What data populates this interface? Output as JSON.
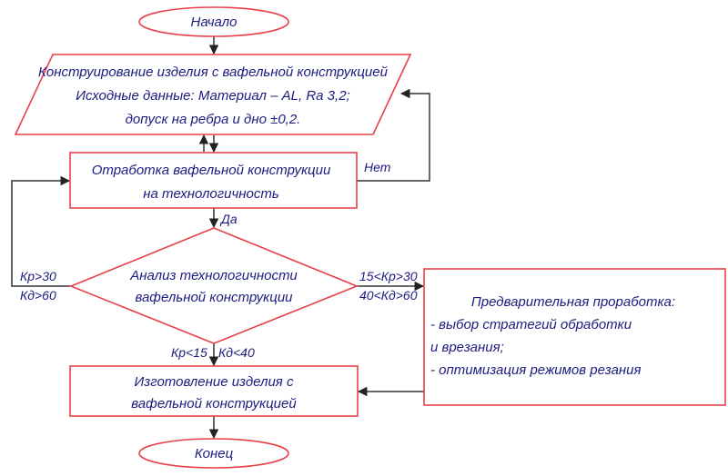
{
  "start": "Начало",
  "input_block": {
    "lines": [
      "Конструирование изделия с вафельной конструкцией",
      "Исходные данные: Материал – AL, Ra 3,2;",
      "допуск на ребра и дно ±0,2."
    ]
  },
  "process_block": {
    "lines": [
      "Отработка вафельной конструкции",
      "на технологичность"
    ]
  },
  "labels": {
    "no": "Нет",
    "yes": "Да",
    "left_kp": "Кр>30",
    "left_kd": "Кд>60",
    "right_kp": "15<Кр>30",
    "right_kd": "40<Кд>60",
    "bottom_kp": "Кр<15",
    "bottom_kd": "Кд<40"
  },
  "decision": {
    "lines": [
      "Анализ технологичности",
      "вафельной конструкции"
    ]
  },
  "prelim_block": {
    "title": "Предварительная проработка:",
    "lines": [
      "- выбор стратегий обработки",
      "и врезания;",
      "- оптимизация режимов резания"
    ]
  },
  "manufacture_block": {
    "lines": [
      "Изготовление изделия с",
      "вафельной конструкцией"
    ]
  },
  "end": "Конец",
  "colors": {
    "shape_stroke": "#e8404a",
    "text": "#1c1c80",
    "connector": "#333333"
  }
}
